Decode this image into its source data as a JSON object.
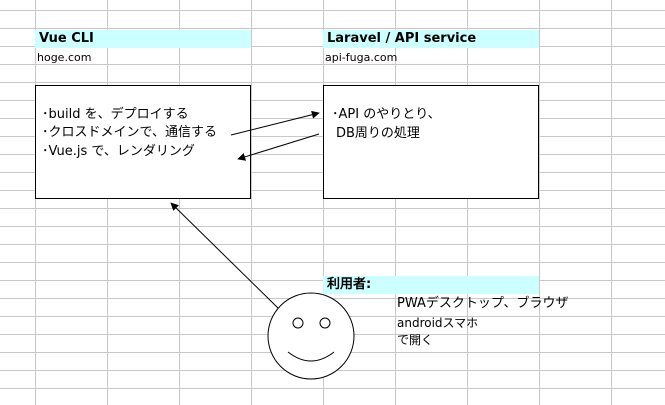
{
  "frontend": {
    "title": "Vue CLI",
    "host": "hoge.com",
    "lines": [
      "･build を、デプロイする",
      "･クロスドメインで、通信する",
      "･Vue.js で、レンダリング"
    ]
  },
  "backend": {
    "title": "Laravel / API service",
    "host": "api-fuga.com",
    "lines": [
      "･API のやりとり、",
      "DB周りの処理"
    ]
  },
  "user": {
    "title": "利用者:",
    "lines": [
      "PWAデスクトップ、ブラウザ",
      "androidスマホ",
      "で開く"
    ]
  },
  "colors": {
    "header_fill": "#ccffff",
    "grid_line": "#c8c8c8"
  },
  "icons": {
    "user": "smiley-face-icon"
  }
}
